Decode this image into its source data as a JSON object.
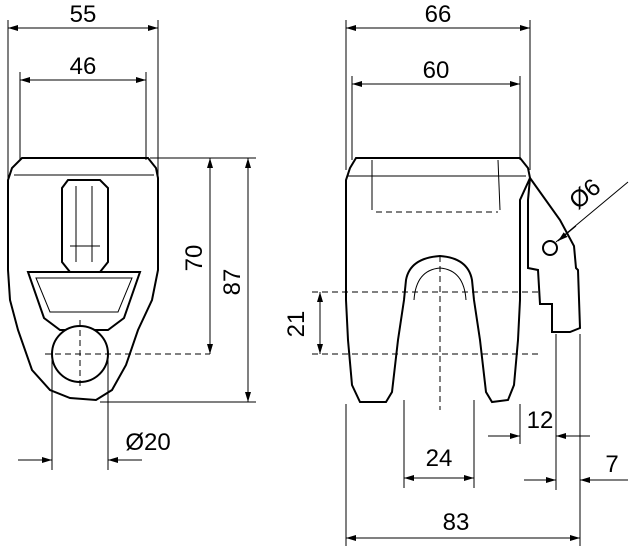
{
  "left_view": {
    "dim_overall_width": "55",
    "dim_inner_width": "46",
    "dim_pin_height": "70",
    "dim_overall_height": "87",
    "dim_bore_diameter": "Ø20"
  },
  "right_view": {
    "dim_overall_width": "66",
    "dim_inner_width": "60",
    "dim_fork_height": "21",
    "dim_slot_width": "24",
    "dim_offset_12": "12",
    "dim_offset_7": "7",
    "dim_total_length": "83",
    "dim_hole_diameter": "Ø6"
  }
}
